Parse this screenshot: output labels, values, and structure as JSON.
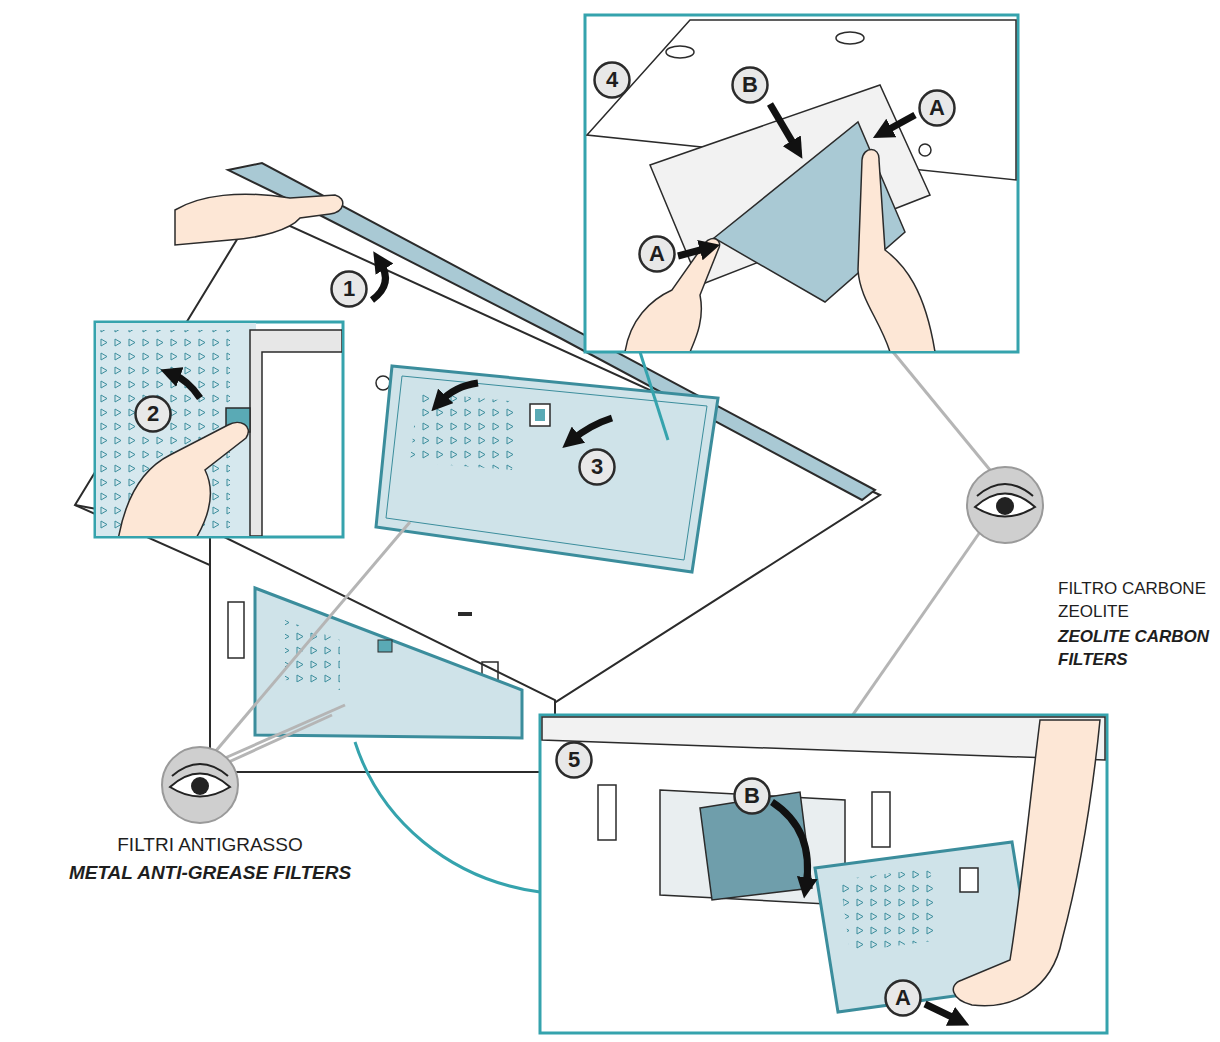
{
  "diagram": {
    "nodes": [
      {
        "text": [
          "4"
        ]
      },
      {
        "text": [
          "B"
        ]
      },
      {
        "text": [
          "A"
        ]
      },
      {
        "text": [
          "A"
        ]
      },
      {
        "text": [
          "1"
        ]
      },
      {
        "text": [
          "2"
        ]
      },
      {
        "text": [
          "3"
        ]
      },
      {
        "text": [
          "5"
        ]
      },
      {
        "text": [
          "B"
        ]
      },
      {
        "text": [
          "A"
        ]
      }
    ],
    "labels": [
      "FILTRO CARBONE ZEOLITE",
      "ZEOLITE CARBON FILTERS",
      "FILTRI ANTIGRASSO",
      "METAL ANTI-GREASE FILTERS"
    ]
  }
}
